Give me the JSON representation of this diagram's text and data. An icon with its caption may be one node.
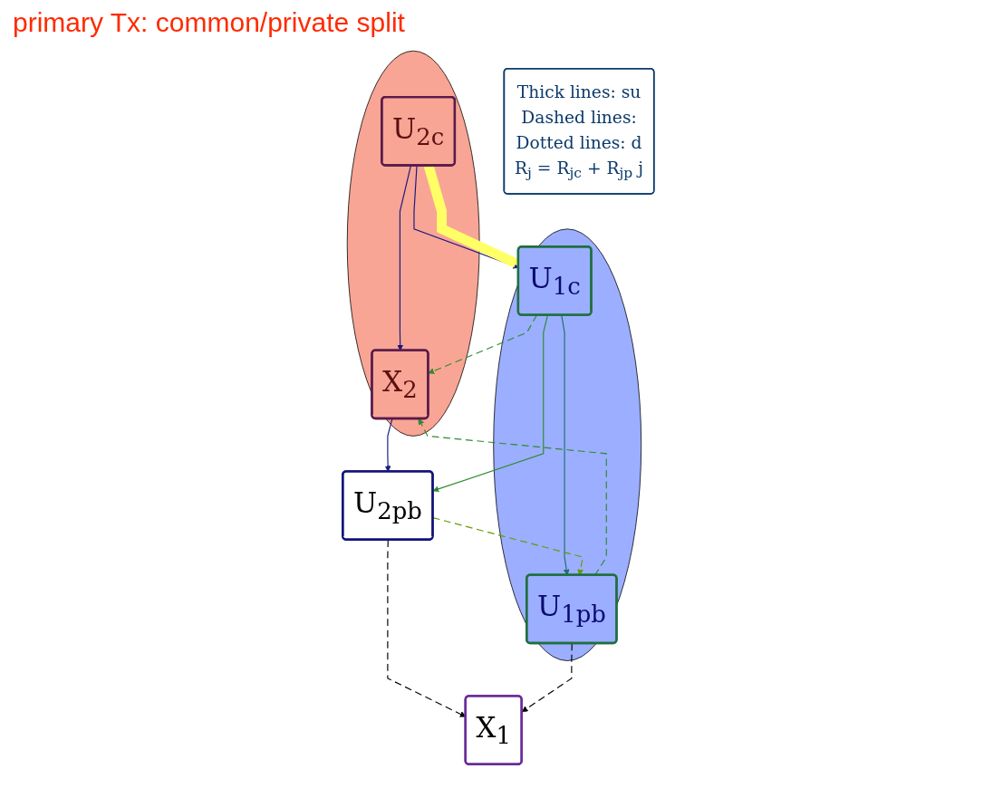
{
  "diagram": {
    "nodes": [
      {
        "text": [],
        "shape": "ellipse"
      },
      {
        "text": [
          "U$_{2c}$"
        ],
        "in": 0
      },
      {
        "text": [
          "X$_{2}$"
        ],
        "in": 0
      },
      {
        "text": [
          "Thick lines: su",
          "Dashed lines:",
          "Dotted lines: d",
          "R$_{j}$ = R$_{jc}$ + R$_{jp}$   j"
        ]
      },
      {
        "text": [
          "U$_{2pb}$"
        ]
      },
      {
        "text": [
          "X$_{1}$"
        ]
      },
      {
        "text": [],
        "shape": "ellipse"
      },
      {
        "text": [
          "U$_{1c}$"
        ],
        "in": 6
      },
      {
        "text": [
          "U$_{1pb}$"
        ],
        "in": 6
      }
    ],
    "edges": [
      {
        "from": 1,
        "to": 2,
        "arrow": "to",
        "color": "#1a1a80"
      },
      {
        "from": 2,
        "to": 4,
        "arrow": "to",
        "color": "#1a1a80"
      },
      {
        "from": 1,
        "to": 7,
        "arrow": "to",
        "color": "#1a1a80"
      },
      {
        "from": 1,
        "to": 7,
        "arrow": "to",
        "style": "thick",
        "color": "#ffff66"
      },
      {
        "from": 7,
        "to": 8,
        "arrow": "to",
        "color": "#1f6f6f"
      },
      {
        "from": 7,
        "to": 4,
        "arrow": "to",
        "color": "#2e8b2e"
      },
      {
        "from": 7,
        "to": 2,
        "arrow": "to",
        "style": "dashed",
        "color": "#2e8b2e"
      },
      {
        "from": 8,
        "to": 2,
        "arrow": "to",
        "style": "dashed",
        "color": "#2e8b2e"
      },
      {
        "from": 4,
        "to": 8,
        "arrow": "to",
        "style": "dashed",
        "color": "#669900"
      },
      {
        "from": 4,
        "to": 5,
        "arrow": "to",
        "style": "dashed",
        "color": "#000000"
      },
      {
        "from": 8,
        "to": 5,
        "arrow": "to",
        "style": "dashed",
        "color": "#000000"
      }
    ],
    "labels": [
      "primary Tx: common/private split"
    ]
  }
}
